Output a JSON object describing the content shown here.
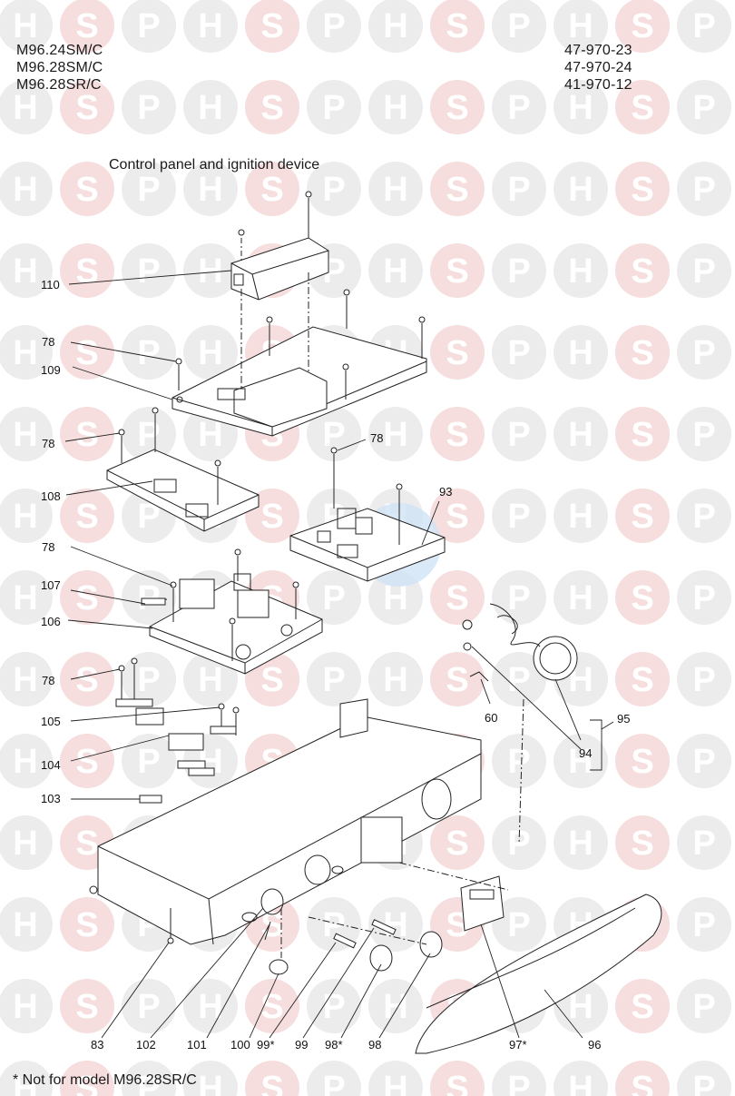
{
  "header": {
    "models": [
      "M96.24SM/C",
      "M96.28SM/C",
      "M96.28SR/C"
    ],
    "part_numbers": [
      "47-970-23",
      "47-970-24",
      "41-970-12"
    ]
  },
  "title": "Control panel and ignition device",
  "footnote": "* Not for model M96.28SR/C",
  "watermark": {
    "letters": [
      "H",
      "S",
      "P"
    ],
    "color_light": "#ececec",
    "color_accent": "#f6dede",
    "color_blue": "#cfe3f5"
  },
  "callouts": [
    {
      "id": "c110",
      "text": "110"
    },
    {
      "id": "c78a",
      "text": "78"
    },
    {
      "id": "c109",
      "text": "109"
    },
    {
      "id": "c78b",
      "text": "78"
    },
    {
      "id": "c78c",
      "text": "78"
    },
    {
      "id": "c108",
      "text": "108"
    },
    {
      "id": "c93",
      "text": "93"
    },
    {
      "id": "c78d",
      "text": "78"
    },
    {
      "id": "c107",
      "text": "107"
    },
    {
      "id": "c106",
      "text": "106"
    },
    {
      "id": "c78e",
      "text": "78"
    },
    {
      "id": "c105",
      "text": "105"
    },
    {
      "id": "c104",
      "text": "104"
    },
    {
      "id": "c103",
      "text": "103"
    },
    {
      "id": "c60",
      "text": "60"
    },
    {
      "id": "c95",
      "text": "95"
    },
    {
      "id": "c94",
      "text": "94"
    },
    {
      "id": "c83",
      "text": "83"
    },
    {
      "id": "c102",
      "text": "102"
    },
    {
      "id": "c101",
      "text": "101"
    },
    {
      "id": "c100",
      "text": "100"
    },
    {
      "id": "c99s",
      "text": "99*"
    },
    {
      "id": "c99",
      "text": "99"
    },
    {
      "id": "c98s",
      "text": "98*"
    },
    {
      "id": "c98",
      "text": "98"
    },
    {
      "id": "c97s",
      "text": "97*"
    },
    {
      "id": "c96",
      "text": "96"
    }
  ]
}
